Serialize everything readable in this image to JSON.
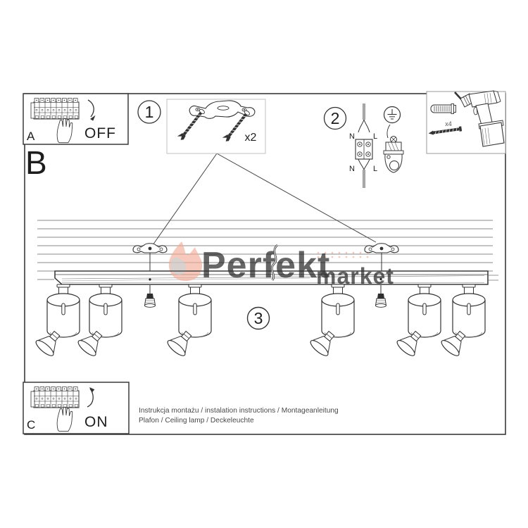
{
  "sections": {
    "power_off": {
      "letter": "A",
      "switch_label": "OFF"
    },
    "main_diagram_letter": "B",
    "power_on": {
      "letter": "C",
      "switch_label": "ON"
    }
  },
  "steps": {
    "mounting_bracket": {
      "number": "1",
      "quantity": "x2"
    },
    "wiring": {
      "number": "2",
      "labels": {
        "n_top": "N",
        "l_top": "L",
        "n_bottom": "N",
        "l_bottom": "L"
      }
    },
    "assembled": {
      "number": "3"
    }
  },
  "toolbox": {
    "anchor_quantity": "x4"
  },
  "watermark": {
    "brand": "Perfekt",
    "suffix": "market",
    "brand_color": "#f2ab96",
    "suffix_color": "#c9c9c9"
  },
  "footer": {
    "line1": "Instrukcja montażu / instalation instructions / Montageanleitung",
    "line2": "Plafon / Ceiling lamp / Deckeleuchte"
  }
}
